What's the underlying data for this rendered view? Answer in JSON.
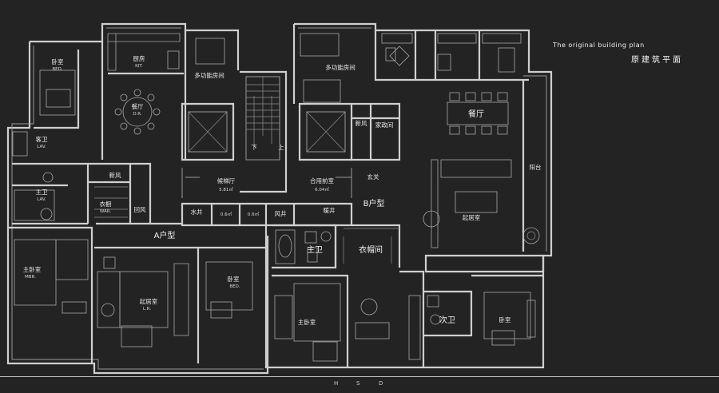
{
  "title": {
    "en": "The original building  plan",
    "cn": "原建筑平面"
  },
  "footer": {
    "h": "H",
    "s": "S",
    "d": "D"
  },
  "units": {
    "a": "A户型",
    "b": "B户型"
  },
  "rooms": {
    "bed_a": {
      "cn": "卧室",
      "en": "BED."
    },
    "kitchen_a": {
      "cn": "厨房",
      "en": "KIT."
    },
    "multi_a": {
      "cn": "多功能房间"
    },
    "dining_a": {
      "cn": "餐厅",
      "en": "D.R."
    },
    "guest_bath": {
      "cn": "客卫",
      "en": "LAV."
    },
    "master_bath_a": {
      "cn": "主卫",
      "en": "LAV."
    },
    "xinfeng_a": {
      "cn": "新风"
    },
    "wardrobe_a": {
      "cn": "衣橱",
      "en": "WAR."
    },
    "huifeng": {
      "cn": "回风"
    },
    "master_bed_a": {
      "cn": "主卧室",
      "en": "MBR."
    },
    "living_a": {
      "cn": "起居室",
      "en": "L.R."
    },
    "bed_a2": {
      "cn": "卧室",
      "en": "BED."
    },
    "lobby": {
      "cn": "候梯厅",
      "area": "5.81㎡"
    },
    "front_room": {
      "cn": "合用前室",
      "area": "6.04㎡"
    },
    "water_well": {
      "cn": "水井"
    },
    "wind_well": {
      "cn": "风井"
    },
    "heat_well": {
      "cn": "暖井"
    },
    "shaft_small_1": {
      "cn": "0.6㎡"
    },
    "shaft_small_2": {
      "cn": "0.6㎡"
    },
    "stair_down": {
      "cn": "下"
    },
    "stair_up": {
      "cn": "上"
    },
    "multi_b": {
      "cn": "多功能房间"
    },
    "xinfeng_b": {
      "cn": "新风"
    },
    "chores": {
      "cn": "家政间"
    },
    "entry": {
      "cn": "玄关"
    },
    "dining_b": {
      "cn": "餐厅"
    },
    "balcony": {
      "cn": "阳台"
    },
    "living_b": {
      "cn": "起居室"
    },
    "master_bath_b": {
      "cn": "主卫"
    },
    "cloakroom": {
      "cn": "衣帽间"
    },
    "master_bed_b": {
      "cn": "主卧室"
    },
    "second_bath": {
      "cn": "次卫"
    },
    "bed_b": {
      "cn": "卧室"
    }
  }
}
